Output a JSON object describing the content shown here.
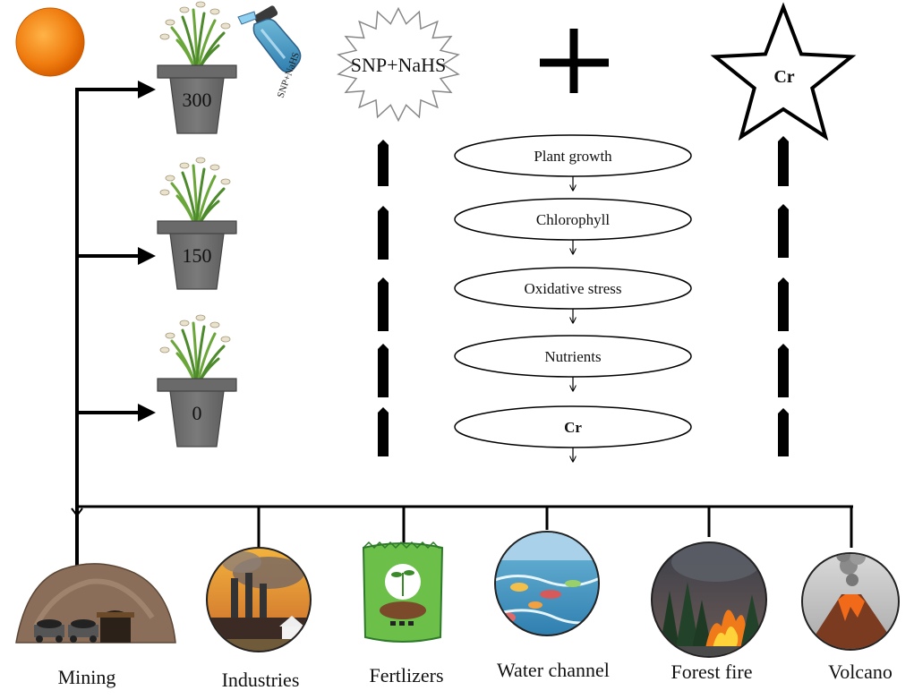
{
  "pots": [
    {
      "label": "300"
    },
    {
      "label": "150"
    },
    {
      "label": "0"
    }
  ],
  "spray_label": "SNP+NaHS",
  "treatment_badge": "SNP+NaHS",
  "plus_symbol": "+",
  "stress_badge": "Cr",
  "effects": [
    {
      "label": "Plant growth"
    },
    {
      "label": "Chlorophyll"
    },
    {
      "label": "Oxidative stress"
    },
    {
      "label": "Nutrients"
    },
    {
      "label": "Cr"
    }
  ],
  "sources": [
    {
      "label": "Mining",
      "icon": "mining-icon"
    },
    {
      "label": "Industries",
      "icon": "industries-icon"
    },
    {
      "label": "Fertlizers",
      "icon": "fertilizer-bag-icon"
    },
    {
      "label": "Water channel",
      "icon": "water-channel-icon"
    },
    {
      "label": "Forest fire",
      "icon": "forest-fire-icon"
    },
    {
      "label": "Volcano",
      "icon": "volcano-icon"
    }
  ],
  "colors": {
    "line": "#000000",
    "pot": "#6f6f6f",
    "sun": "#f08a1c",
    "spray": "#5fa9e6"
  }
}
